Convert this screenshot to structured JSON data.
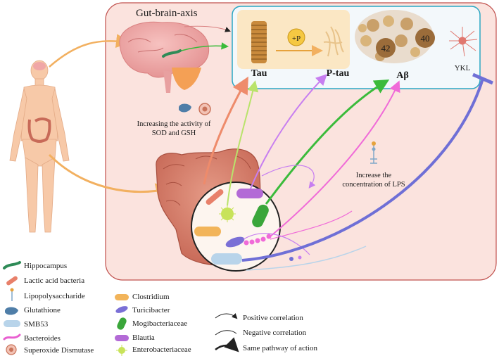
{
  "title": "Gut-brain-axis",
  "targets": {
    "tau": "Tau",
    "plus_p": "+P",
    "ptau": "P-tau",
    "abeta": "Aβ",
    "plaque_42": "42",
    "plaque_40": "40",
    "ykl": "YKL"
  },
  "annotations": {
    "sod_line1": "Increasing the activity of",
    "sod_line2": "SOD and GSH",
    "lps_line1": "Increase the",
    "lps_line2": "concentration of LPS"
  },
  "legend_left": [
    {
      "label": "Hippocampus",
      "icon": "hippocampus-icon",
      "color": "#2e8b57"
    },
    {
      "label": "Lactic acid bacteria",
      "icon": "lactic-acid-bacteria-icon",
      "color": "#e8806a"
    },
    {
      "label": "Lipopolysaccharide",
      "icon": "lipopolysaccharide-icon",
      "color": "#7fa7c9"
    },
    {
      "label": "Glutathione",
      "icon": "glutathione-icon",
      "color": "#4f7ea8"
    },
    {
      "label": "SMB53",
      "icon": "smb53-icon",
      "color": "#b8d4ea"
    },
    {
      "label": "Bacteroides",
      "icon": "bacteroides-icon",
      "color": "#e85fd0"
    },
    {
      "label": "Superoxide Dismutase",
      "icon": "superoxide-dismutase-icon",
      "color": "#c9735a"
    }
  ],
  "legend_mid": [
    {
      "label": "Clostridium",
      "icon": "clostridium-icon",
      "color": "#f2b45a"
    },
    {
      "label": "Turicibacter",
      "icon": "turicibacter-icon",
      "color": "#7a6fd6"
    },
    {
      "label": "Mogibacteriaceae",
      "icon": "mogibacteriaceae-icon",
      "color": "#3aa63a"
    },
    {
      "label": "Blautia",
      "icon": "blautia-icon",
      "color": "#b36ad6"
    },
    {
      "label": "Enterobacteriaceae",
      "icon": "enterobacteriaceae-icon",
      "color": "#c8e35a"
    }
  ],
  "legend_right": [
    {
      "label": "Positive correlation",
      "icon": "positive-correlation-icon"
    },
    {
      "label": "Negative correlation",
      "icon": "negative-correlation-icon"
    },
    {
      "label": "Same pathway of action",
      "icon": "same-pathway-icon"
    }
  ],
  "colors": {
    "panel_fill": "#fbe3de",
    "panel_border": "#c0504d",
    "target_box_border": "#2aa7c4",
    "orange_arrow": "#f2b060",
    "salmon_arrow": "#ee8b6b",
    "lime_arrow": "#b9e36b",
    "violet_arrow": "#c77ef0",
    "green_arrow": "#3bbb3b",
    "pink_arrow": "#f06ad8",
    "blue_arrow": "#6f6fd6"
  }
}
